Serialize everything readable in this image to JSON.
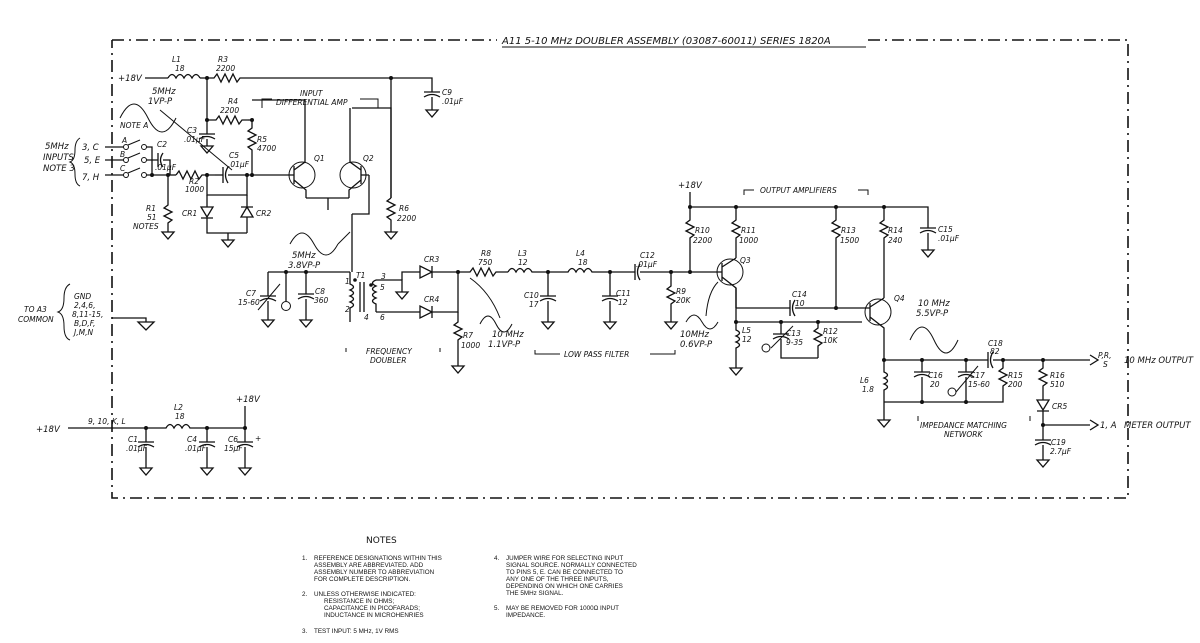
{
  "title": "A11 5-10 MHz DOUBLER ASSEMBLY (03087-60011) SERIES 1820A",
  "supply_labels": {
    "top": "+18V",
    "mid": "+18V",
    "bottom_left": "+18V",
    "bottom_top": "+18V"
  },
  "inputs": {
    "label_lines": [
      "5MHz",
      "INPUTS",
      "NOTE 3"
    ],
    "pins": [
      "3, C",
      "5, E",
      "7, H"
    ],
    "note_a": "NOTE A",
    "jumper_labels": [
      "A",
      "B",
      "C"
    ]
  },
  "common": {
    "label_lines": [
      "TO A3",
      "COMMON"
    ],
    "pin_lines": [
      "GND",
      "2,4,6,",
      "8,11-15,",
      "B,D,F,",
      "J,M,N"
    ]
  },
  "power_pins": "9, 10, K, L",
  "components": {
    "L1": [
      "L1",
      "18"
    ],
    "R3": [
      "R3",
      "2200"
    ],
    "R4": [
      "R4",
      "2200"
    ],
    "R5": [
      "R5",
      "4700"
    ],
    "C3": [
      "C3",
      ".01μF"
    ],
    "C2": [
      "C2",
      ".01μF"
    ],
    "C5": [
      "C5",
      ".01μF"
    ],
    "R2": [
      "R2",
      "1000"
    ],
    "R1": [
      "R1",
      "51",
      "NOTES"
    ],
    "CR1": [
      "CR1"
    ],
    "CR2": [
      "CR2"
    ],
    "Q1": [
      "Q1"
    ],
    "Q2": [
      "Q2"
    ],
    "R6": [
      "R6",
      "2200"
    ],
    "C9": [
      "C9",
      ".01μF"
    ],
    "C7": [
      "C7",
      "15-60"
    ],
    "C8": [
      "C8",
      "360"
    ],
    "T1": [
      "T1"
    ],
    "CR3": [
      "CR3"
    ],
    "CR4": [
      "CR4"
    ],
    "R7": [
      "R7",
      "1000"
    ],
    "R8": [
      "R8",
      "750"
    ],
    "L3": [
      "L3",
      "12"
    ],
    "L4": [
      "L4",
      "18"
    ],
    "C10": [
      "C10",
      "17"
    ],
    "C11": [
      "C11",
      "12"
    ],
    "C12": [
      "C12",
      ".01μF"
    ],
    "R9": [
      "R9",
      "20K"
    ],
    "R10": [
      "R10",
      "2200"
    ],
    "R11": [
      "R11",
      "1000"
    ],
    "Q3": [
      "Q3"
    ],
    "L5": [
      "L5",
      "12"
    ],
    "C13": [
      "C13",
      "9-35"
    ],
    "R12": [
      "R12",
      "10K"
    ],
    "C14": [
      "C14",
      "10"
    ],
    "R13": [
      "R13",
      "1500"
    ],
    "R14": [
      "R14",
      "240"
    ],
    "C15": [
      "C15",
      ".01μF"
    ],
    "Q4": [
      "Q4"
    ],
    "L6": [
      "L6",
      "1.8"
    ],
    "C16": [
      "C16",
      "20"
    ],
    "C17": [
      "C17",
      "15-60"
    ],
    "R15": [
      "R15",
      "200"
    ],
    "C18": [
      "C18",
      "82"
    ],
    "R16": [
      "R16",
      "510"
    ],
    "CR5": [
      "CR5"
    ],
    "C19": [
      "C19",
      "2.7μF"
    ],
    "L2": [
      "L2",
      "18"
    ],
    "C1": [
      "C1",
      ".01μF"
    ],
    "C4": [
      "C4",
      ".01μF"
    ],
    "C6": [
      "C6",
      "15μF"
    ]
  },
  "transformer_pins": [
    "1",
    "2",
    "3",
    "4",
    "5",
    "6"
  ],
  "signals": {
    "in": [
      "5MHz",
      "1VP-P"
    ],
    "q2": [
      "5MHz",
      "3.8VP-P"
    ],
    "doubler": [
      "10 MHz",
      "1.1VP-P"
    ],
    "q3_in": [
      "10MHz",
      "0.6VP-P"
    ],
    "q4": [
      "10 MHz",
      "5.5VP-P"
    ]
  },
  "blocks": {
    "input_amp": [
      "INPUT",
      "DIFFERENTIAL AMP"
    ],
    "doubler": [
      "FREQUENCY",
      "DOUBLER"
    ],
    "lpf": "LOW PASS FILTER",
    "output_amp": "OUTPUT AMPLIFIERS",
    "match": [
      "IMPEDANCE MATCHING",
      "NETWORK"
    ]
  },
  "outputs": {
    "rf": [
      "P,R,",
      "S"
    ],
    "rf_label": "10 MHz OUTPUT",
    "meter_pin": "1, A",
    "meter_label": "METER OUTPUT"
  },
  "notes": {
    "title": "NOTES",
    "items": [
      [
        "1.",
        "REFERENCE DESIGNATIONS WITHIN THIS",
        "ASSEMBLY ARE ABBREVIATED. ADD",
        "ASSEMBLY NUMBER TO ABBREVIATION",
        "FOR COMPLETE DESCRIPTION."
      ],
      [
        "2.",
        "UNLESS OTHERWISE INDICATED:",
        "RESISTANCE IN OHMS;",
        "CAPACITANCE IN PICOFARADS;",
        "INDUCTANCE IN MICROHENRIES"
      ],
      [
        "3.",
        "TEST INPUT: 5 MHz, 1V RMS"
      ],
      [
        "4.",
        "JUMPER WIRE FOR SELECTING INPUT",
        "SIGNAL SOURCE. NORMALLY CONNECTED",
        "TO PINS 5, E. CAN BE CONNECTED TO",
        "ANY ONE OF THE THREE INPUTS,",
        "DEPENDING ON WHICH ONE CARRIES",
        "THE 5MHz SIGNAL."
      ],
      [
        "5.",
        "MAY BE REMOVED FOR 1000Ω INPUT",
        "IMPEDANCE."
      ]
    ]
  }
}
